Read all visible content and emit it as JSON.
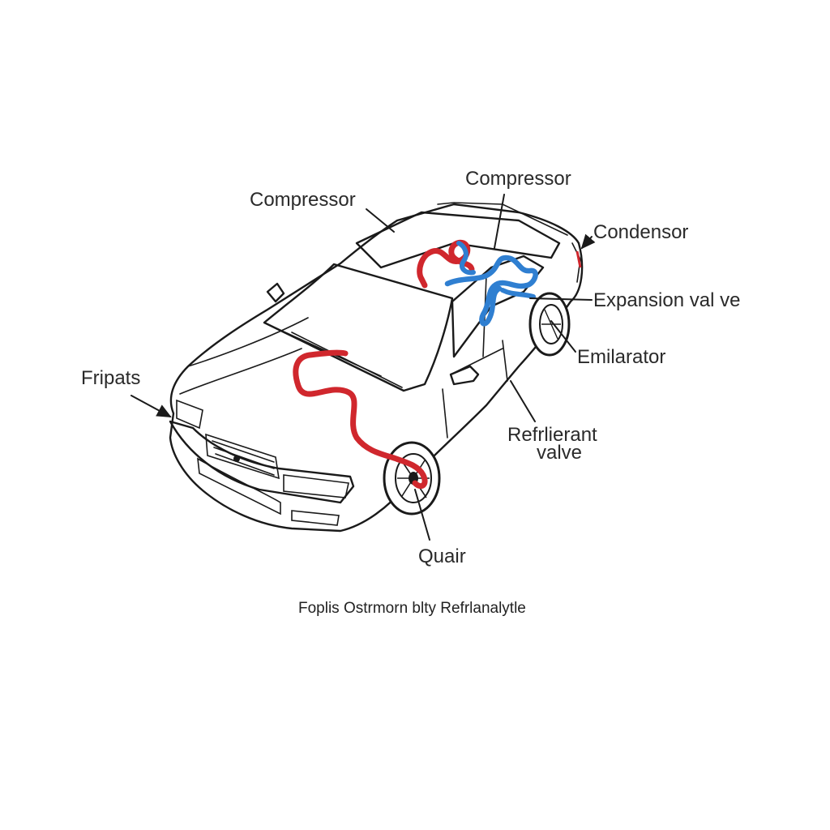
{
  "labels": {
    "compressor_left": "Compressor",
    "compressor_top": "Compressor",
    "condensor": "Condensor",
    "expansion_valve": "Expansion val ve",
    "emilarator": "Emilarator",
    "refrigerant_line1": "Refrlierant",
    "refrigerant_line2": "valve",
    "fripats": "Fripats",
    "quair": "Quair"
  },
  "caption": "Foplis Ostrmorn blty Refrlanalytle",
  "colors": {
    "background": "#ffffff",
    "outline": "#1a1a1a",
    "hot_line": "#d0272d",
    "cold_line": "#2f7fd1"
  },
  "icons": {
    "car": "car-outline-icon",
    "wheel": "wheel-icon",
    "arrow": "arrow-head-icon"
  }
}
